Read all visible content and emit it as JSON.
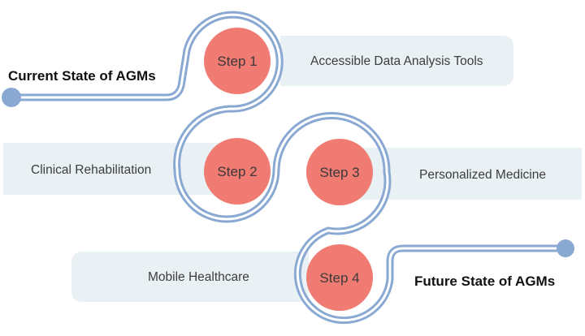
{
  "start_label": "Current State of AGMs",
  "end_label": "Future State of AGMs",
  "steps": [
    {
      "label": "Step 1",
      "description": "Accessible Data Analysis Tools"
    },
    {
      "label": "Step 2",
      "description": "Clinical Rehabilitation"
    },
    {
      "label": "Step 3",
      "description": "Personalized Medicine"
    },
    {
      "label": "Step 4",
      "description": "Mobile Healthcare"
    }
  ],
  "colors": {
    "path": "#8aa9d2",
    "circle": "#ef7b72",
    "banner": "#eaf1f5"
  }
}
